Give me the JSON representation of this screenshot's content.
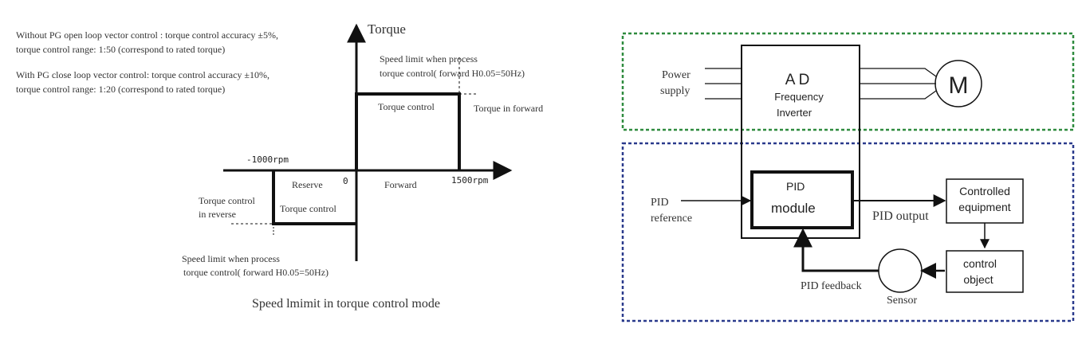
{
  "torque_diagram": {
    "notes": {
      "line1": "Without PG open loop vector control : torque control accuracy ±5%,",
      "line2": "torque control range: 1:50 (correspond to rated torque)",
      "line3": "With PG close loop vector control: torque control accuracy ±10%,",
      "line4": "torque control range: 1:20 (correspond to rated torque)"
    },
    "y_axis_label": "Torque",
    "speed_limit_forward": {
      "line1": "Speed limit when process",
      "line2": "torque control( forward H0.05=50Hz)"
    },
    "torque_control_top": "Torque control",
    "torque_in_forward": "Torque in forward",
    "neg_speed": "-1000rpm",
    "pos_speed": "1500rpm",
    "origin": "0",
    "reserve": "Reserve",
    "forward": "Forward",
    "torque_reverse": {
      "line1": "Torque control",
      "line2": "in reverse"
    },
    "torque_control_bottom": "Torque control",
    "speed_limit_reverse": {
      "line1": "Speed limit when process",
      "line2": "torque control( forward H0.05=50Hz)"
    },
    "caption": "Speed lmimit in torque control mode"
  },
  "pid_diagram": {
    "power_supply": {
      "line1": "Power",
      "line2": "supply"
    },
    "inverter": {
      "brand": "A D",
      "line1": "Frequency",
      "line2": "Inverter"
    },
    "motor_symbol": "M",
    "pid_reference": {
      "line1": "PID",
      "line2": "reference"
    },
    "pid_module": {
      "line1": "PID",
      "line2": "module"
    },
    "pid_output": "PID output",
    "controlled_equipment": {
      "line1": "Controlled",
      "line2": "equipment"
    },
    "control_object": {
      "line1": "control",
      "line2": "object"
    },
    "pid_feedback": "PID feedback",
    "sensor": "Sensor",
    "colors": {
      "power_zone": "#2e8b3e",
      "pid_zone": "#2a3a8c"
    }
  }
}
